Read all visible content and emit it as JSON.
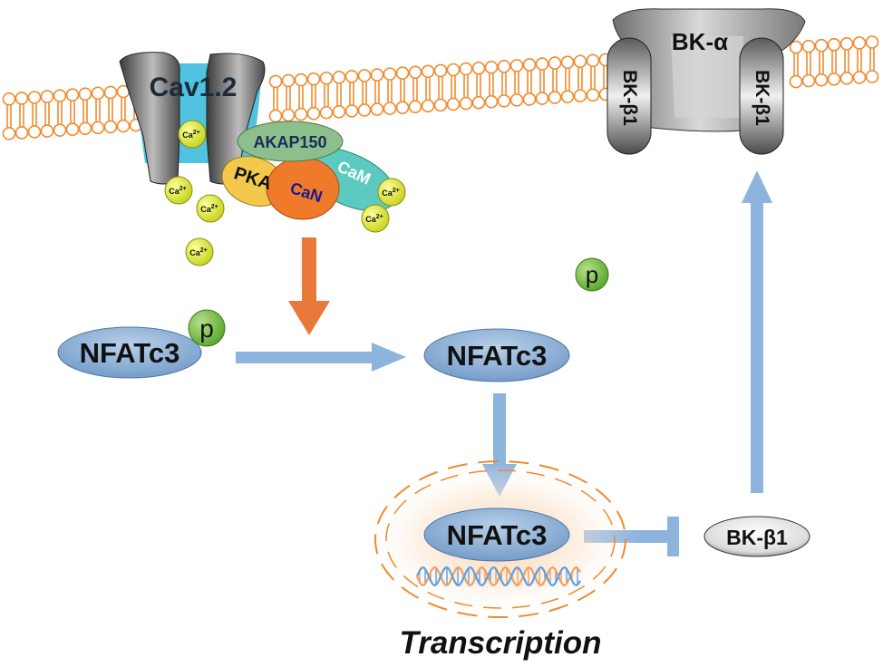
{
  "channel_cav": {
    "label": "Cav1.2"
  },
  "channel_bk": {
    "alpha_label": "BK-α",
    "beta_left_label": "BK-β1",
    "beta_right_label": "BK-β1"
  },
  "complex": {
    "akap_label": "AKAP150",
    "pka_label": "PKA",
    "can_label": "CaN",
    "cam_label": "CaM"
  },
  "ion": {
    "label": "Ca",
    "charge": "2+"
  },
  "phospho": {
    "label": "p"
  },
  "nfat": {
    "cyto_phospho_label": "NFATc3",
    "cyto_label": "NFATc3",
    "nuclear_label": "NFATc3"
  },
  "target": {
    "label": "BK-β1"
  },
  "caption": {
    "text": "Transcription"
  },
  "colors": {
    "membrane": "#f08a2c",
    "nfat": "#8fb2d6",
    "arrow_blue": "#8db4dc",
    "arrow_orange": "#e8793a",
    "calcium": "#dde620",
    "phospho": "#7cc242",
    "cav_cyan": "#4fc3e0",
    "akap": "#8cbf8c",
    "pka": "#f2c94c",
    "can": "#ef7a2a",
    "cam": "#5ccac0",
    "dna_a": "#f0a060",
    "dna_b": "#60a0e0"
  }
}
